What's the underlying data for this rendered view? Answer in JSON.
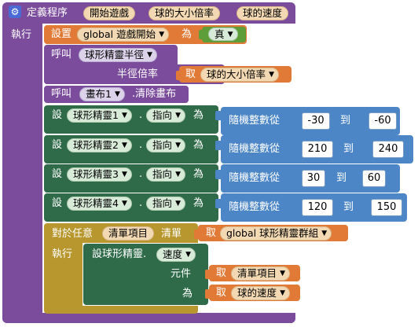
{
  "proc": {
    "keyword": "定義程序",
    "name": "開始遊戲",
    "param1": "球的大小倍率",
    "param2": "球的速度",
    "do": "執行"
  },
  "set_global": {
    "set": "設置",
    "var": "global 遊戲開始",
    "to": "為",
    "value": "真"
  },
  "call_halfsize": {
    "call": "呼叫",
    "component": "球形精靈半徑",
    "param": "半徑倍率",
    "get": "取",
    "arg": "球的大小倍率"
  },
  "call_canvas": {
    "call": "呼叫",
    "component": "畫布1",
    "method": ".清除畫布"
  },
  "set_headings": [
    {
      "set": "設",
      "sprite": "球形精靈1",
      "prop": "指向",
      "to": "為",
      "rand": "隨機整數從",
      "from": "-30",
      "range_to": "到",
      "to_val": "-60"
    },
    {
      "set": "設",
      "sprite": "球形精靈2",
      "prop": "指向",
      "to": "為",
      "rand": "隨機整數從",
      "from": "210",
      "range_to": "到",
      "to_val": "240"
    },
    {
      "set": "設",
      "sprite": "球形精靈3",
      "prop": "指向",
      "to": "為",
      "rand": "隨機整數從",
      "from": "30",
      "range_to": "到",
      "to_val": "60"
    },
    {
      "set": "設",
      "sprite": "球形精靈4",
      "prop": "指向",
      "to": "為",
      "rand": "隨機整數從",
      "from": "120",
      "range_to": "到",
      "to_val": "150"
    }
  ],
  "foreach": {
    "for": "對於任意",
    "item": "清單項目",
    "in": "清單",
    "get": "取",
    "list": "global 球形精靈群組",
    "do": "執行"
  },
  "generic_set": {
    "title": "設球形精靈.",
    "prop": "速度",
    "comp_label": "元件",
    "get1": "取",
    "comp_val": "清單項目",
    "to_label": "為",
    "get2": "取",
    "to_val": "球的速度"
  },
  "colors": {
    "procedure": "#7a4c9b",
    "variable": "#e07a36",
    "component": "#2f6b49",
    "math": "#4d86c6",
    "control": "#b8972f"
  }
}
